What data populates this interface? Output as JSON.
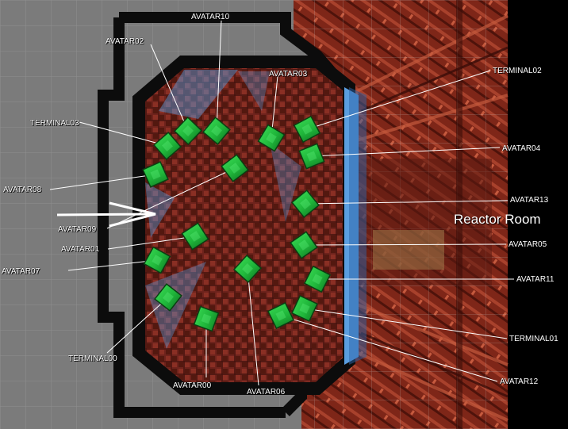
{
  "map": {
    "room_label": "Reactor Room",
    "colors": {
      "background_grid": "#7b7b7b",
      "wall": "#0c0c0c",
      "floor": "#6e231c",
      "floor_water": "#5a9ee0",
      "corridor": "#7e2618",
      "spawn_marker": "#1fb53a",
      "label_text": "#ffffff"
    },
    "markers": [
      {
        "label": "AVATAR00",
        "icon": "green-diamond-spawn"
      },
      {
        "label": "AVATAR01",
        "icon": "green-diamond-spawn"
      },
      {
        "label": "AVATAR02",
        "icon": "green-diamond-spawn"
      },
      {
        "label": "AVATAR03",
        "icon": "green-diamond-spawn"
      },
      {
        "label": "AVATAR04",
        "icon": "green-diamond-spawn"
      },
      {
        "label": "AVATAR05",
        "icon": "green-diamond-spawn"
      },
      {
        "label": "AVATAR06",
        "icon": "green-diamond-spawn"
      },
      {
        "label": "AVATAR07",
        "icon": "green-diamond-spawn"
      },
      {
        "label": "AVATAR08",
        "icon": "green-diamond-spawn"
      },
      {
        "label": "AVATAR09",
        "icon": "green-diamond-spawn"
      },
      {
        "label": "AVATAR10",
        "icon": "green-diamond-spawn"
      },
      {
        "label": "AVATAR11",
        "icon": "green-diamond-spawn"
      },
      {
        "label": "AVATAR12",
        "icon": "green-diamond-spawn"
      },
      {
        "label": "AVATAR13",
        "icon": "green-diamond-spawn"
      },
      {
        "label": "TERMINAL00",
        "icon": "green-diamond-terminal"
      },
      {
        "label": "TERMINAL01",
        "icon": "green-diamond-terminal"
      },
      {
        "label": "TERMINAL02",
        "icon": "green-diamond-terminal"
      },
      {
        "label": "TERMINAL03",
        "icon": "green-diamond-terminal"
      }
    ],
    "entrance_icon": "white-arrow-right-icon"
  }
}
